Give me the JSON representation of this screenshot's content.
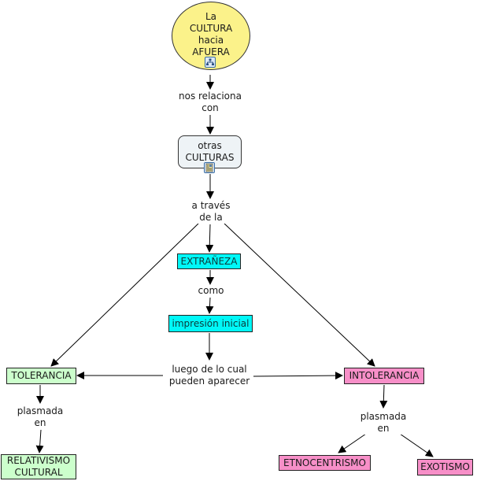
{
  "concept_map": {
    "nodes": {
      "cultura_afuera": "La\nCULTURA\nhacia\nAFUERA",
      "otras_culturas": "otras\nCULTURAS",
      "extraneza": "EXTRAÑEZA",
      "impresion_inicial": "impresión inicial",
      "tolerancia": "TOLERANCIA",
      "intolerancia": "INTOLERANCIA",
      "relativismo_cultural": "RELATIVISMO\nCULTURAL",
      "etnocentrismo": "ETNOCENTRISMO",
      "exotismo": "EXOTISMO"
    },
    "linking_phrases": {
      "nos_relaciona_con": "nos relaciona\ncon",
      "a_traves_de_la": "a través\nde la",
      "como": "como",
      "luego_de_lo_cual": "luego de lo cual\npueden aparecer",
      "plasmada_en_left": "plasmada\nen",
      "plasmada_en_right": "plasmada\nen"
    },
    "icons": {
      "cultura_afuera": "submap-icon",
      "otras_culturas": "document-resource-icon"
    },
    "colors": {
      "root": "#fbf28a",
      "secondary": "#eef3f6",
      "process": "#00f8f8",
      "positive": "#ccffcc",
      "negative": "#f78fc8"
    }
  }
}
